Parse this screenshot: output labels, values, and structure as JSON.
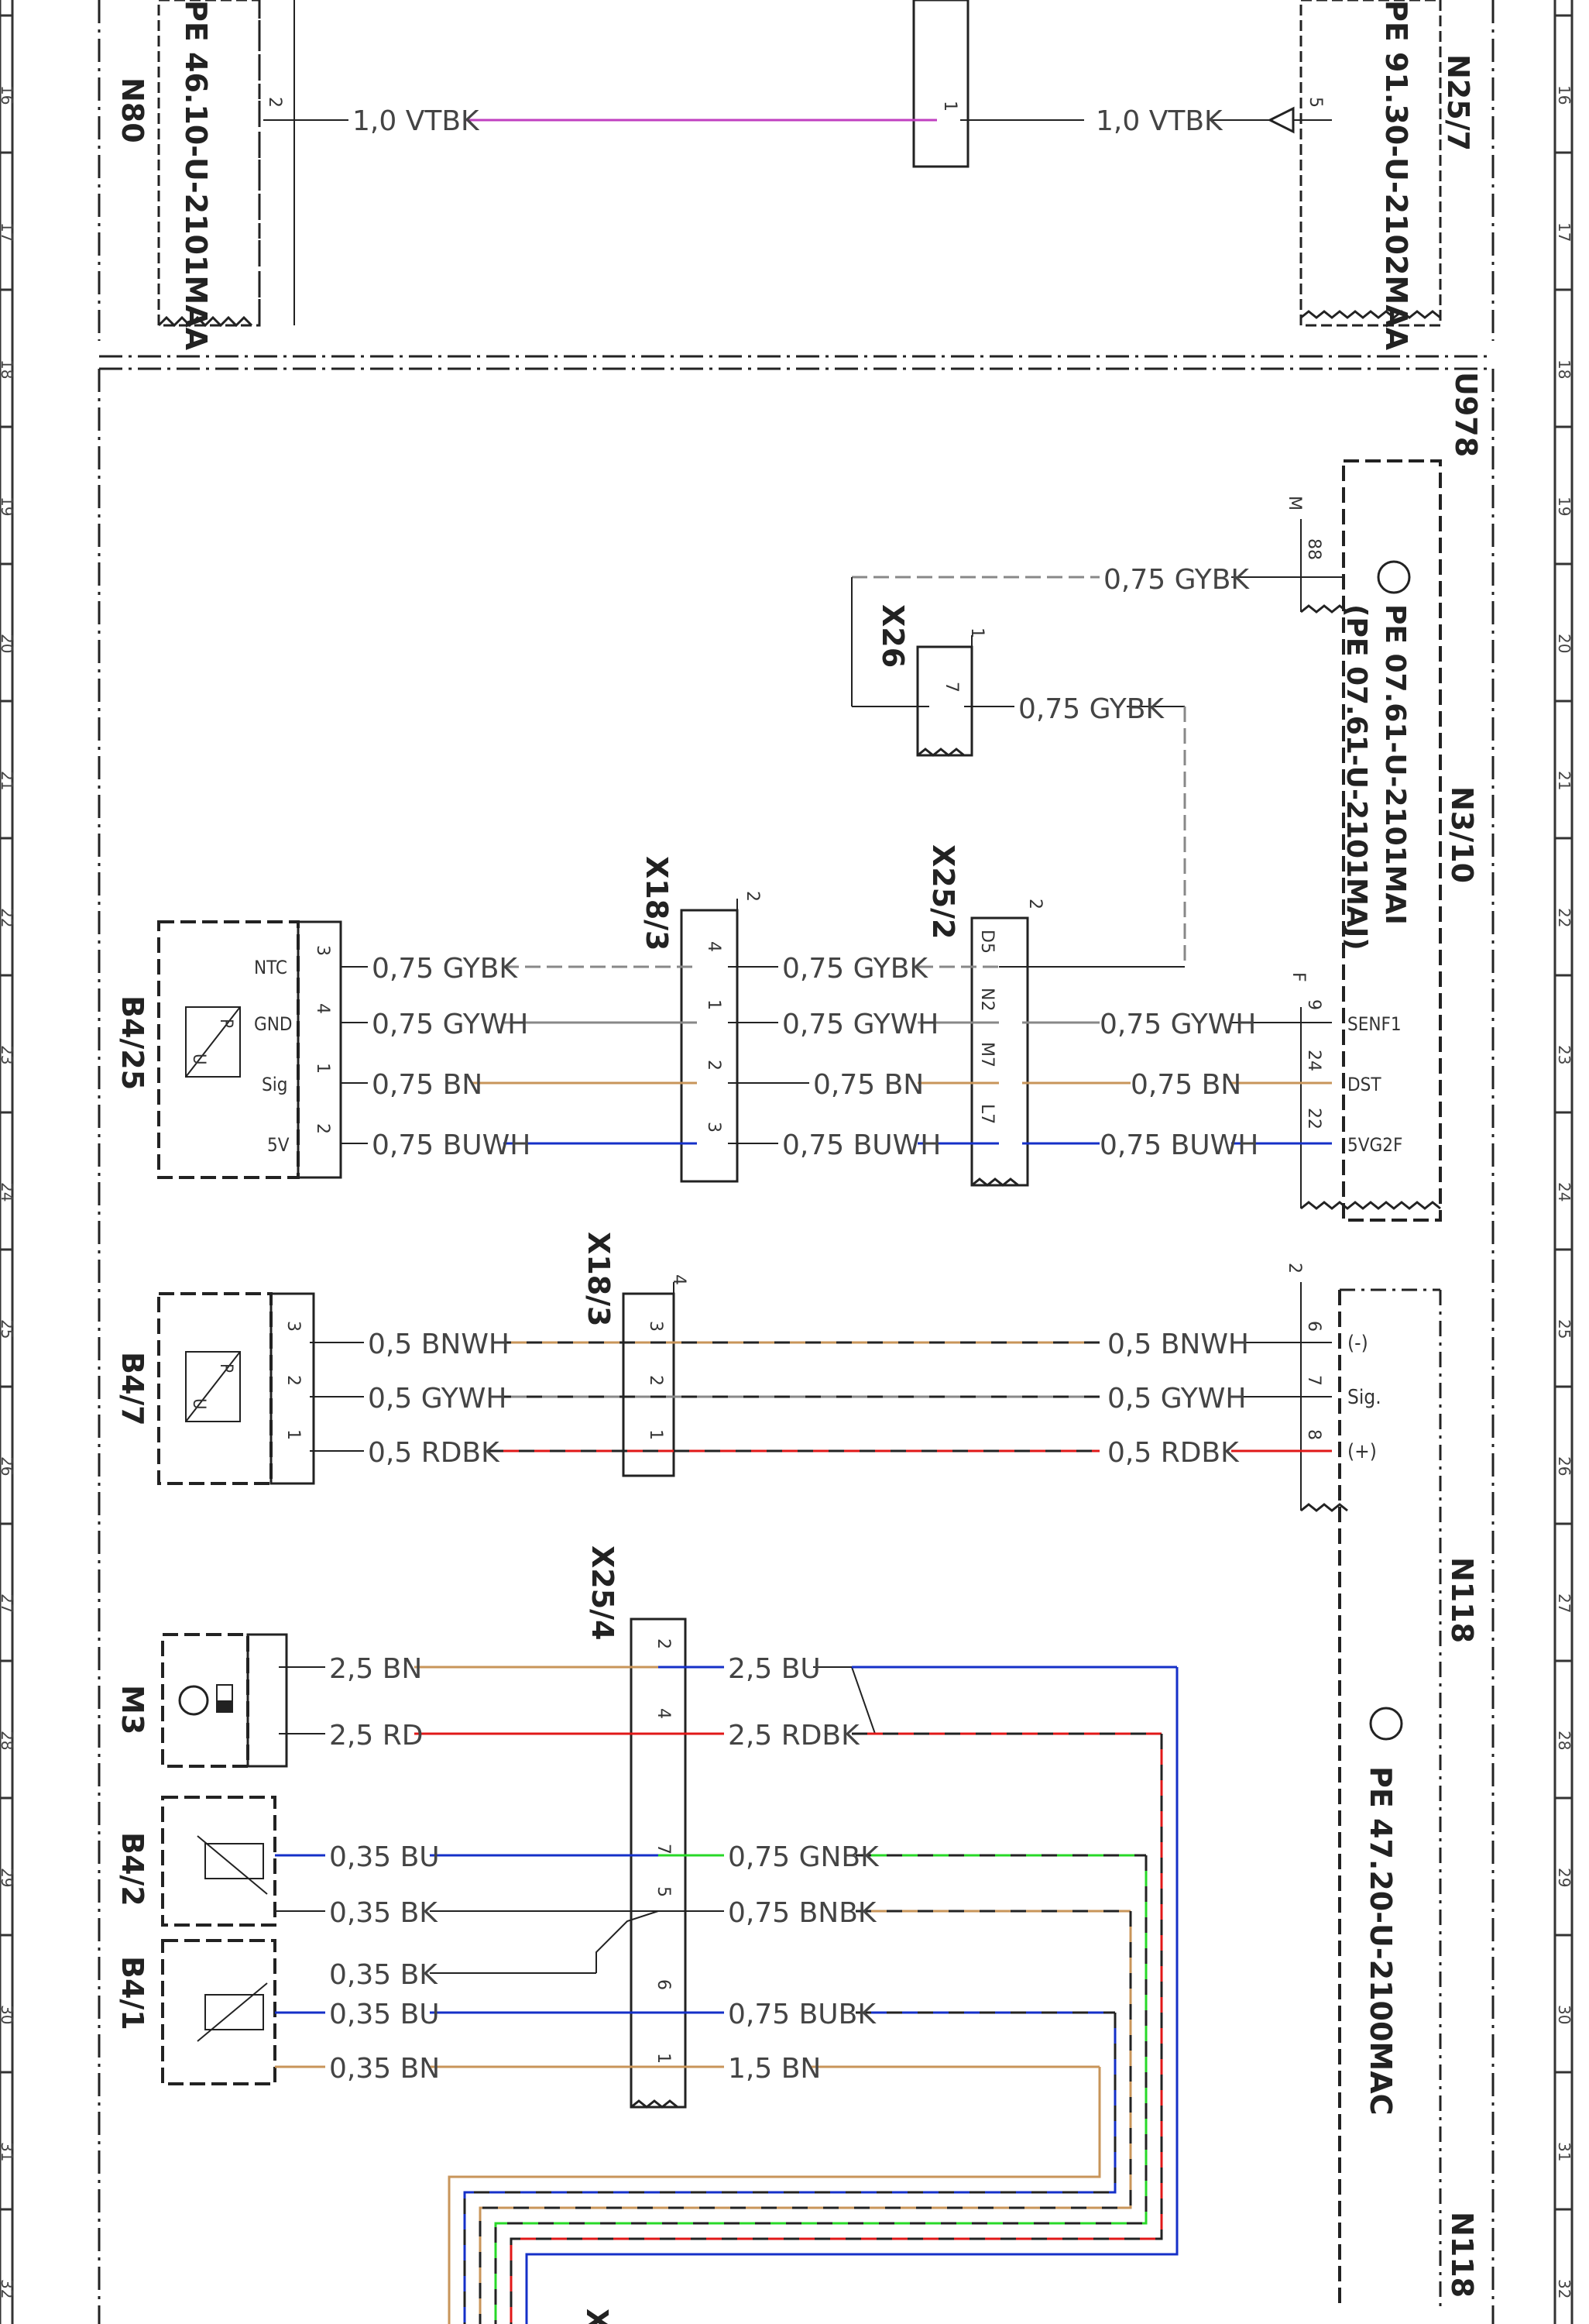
{
  "grid_numbers": [
    "16",
    "17",
    "18",
    "19",
    "20",
    "21",
    "22",
    "23",
    "24",
    "25",
    "26",
    "27",
    "28",
    "29",
    "30",
    "31",
    "32"
  ],
  "components": {
    "n80": {
      "id": "N80",
      "ref": "PE 46.10-U-2101MAA"
    },
    "n25_7": {
      "id": "N25/7",
      "ref": "PE 91.30-U-2102MAA"
    },
    "u978": "U978",
    "n3_10": {
      "id": "N3/10",
      "ref1": "PE 07.61-U-2101MAI",
      "ref2": "(PE 07.61-U-2101MAJ)"
    },
    "x26": "X26",
    "x25_2": "X25/2",
    "x18_3a": "X18/3",
    "x18_3b": "X18/3",
    "b4_25": "B4/25",
    "b4_7": "B4/7",
    "x25_4": "X25/4",
    "m3": "M3",
    "b4_2": "B4/2",
    "b4_1": "B4/1",
    "n118": "N118",
    "n118_ref": "PE 47.20-U-2100MAC",
    "n118_bottom": "N118",
    "x_bottom": "X"
  },
  "wires": {
    "vtbk_left": "1,0 VTBK",
    "vtbk_right": "1,0 VTBK",
    "gybk_n3": "0,75 GYBK",
    "gybk_x26": "0,75 GYBK",
    "b425_gybk": "0,75 GYBK",
    "b425_gywh": "0,75 GYWH",
    "b425_bn": "0,75 BN",
    "b425_buwh": "0,75 BUWH",
    "mid_gybk": "0,75 GYBK",
    "mid_gywh": "0,75 GYWH",
    "mid_bn": "0,75 BN",
    "mid_buwh": "0,75 BUWH",
    "r_gywh": "0,75 GYWH",
    "r_bn": "0,75 BN",
    "r_buwh": "0,75 BUWH",
    "b47_bnwh_l": "0,5 BNWH",
    "b47_gywh_l": "0,5 GYWH",
    "b47_rdbk_l": "0,5 RDBK",
    "b47_bnwh_r": "0,5 BNWH",
    "b47_gywh_r": "0,5 GYWH",
    "b47_rdbk_r": "0,5 RDBK",
    "m3_bn": "2,5 BN",
    "m3_rd": "2,5 RD",
    "m3_bu_r": "2,5 BU",
    "m3_rdbk_r": "2,5 RDBK",
    "b42_bu": "0,35 BU",
    "b42_bk": "0,35 BK",
    "b41_bk": "0,35 BK",
    "b41_bu": "0,35 BU",
    "b41_bn": "0,35 BN",
    "r_gnbk": "0,75 GNBK",
    "r_bnbk": "0,75 BNBK",
    "r_bubk": "0,75 BUBK",
    "r_15bn": "1,5 BN"
  },
  "pins": {
    "n80_2": "2",
    "x_mid_1": "1",
    "n257_5": "5",
    "n310_88": "88",
    "n310_m": "M",
    "x26_7": "7",
    "x26_1": "1",
    "x252_d5": "D5",
    "x252_n2": "N2",
    "x252_m7": "M7",
    "x252_l7": "L7",
    "x252_2": "2",
    "x183_4": "4",
    "x183_1": "1",
    "x183_2": "2",
    "x183_3": "3",
    "x183_h": "2",
    "b425_3": "3",
    "b425_4": "4",
    "b425_1": "1",
    "b425_2": "2",
    "b425_ntc": "NTC",
    "b425_gnd": "GND",
    "b425_sig": "Sig",
    "b425_5v": "5V",
    "n310_9": "9",
    "n310_24": "24",
    "n310_22": "22",
    "n310_f": "F",
    "senf1": "SENF1",
    "dst": "DST",
    "svg2f": "5VG2F",
    "b47_3": "3",
    "b47_2": "2",
    "b47_1": "1",
    "x183b_3": "3",
    "x183b_2": "2",
    "x183b_1": "1",
    "x183b_h": "4",
    "n118_6": "6",
    "n118_7": "7",
    "n118_8": "8",
    "n118_h": "2",
    "minus": "(-)",
    "sig": "Sig.",
    "plus": "(+)",
    "x254_2": "2",
    "x254_4": "4",
    "x254_7": "7",
    "x254_5": "5",
    "x254_6": "6",
    "x254_1": "1",
    "pu": "P",
    "uu": "U"
  },
  "colors": {
    "vtbk": "#c040c0",
    "gy": "#8a8a8a",
    "bn": "#c8955a",
    "bu": "#1530c8",
    "rd": "#e01818",
    "gn": "#28d828",
    "bk": "#222222"
  }
}
